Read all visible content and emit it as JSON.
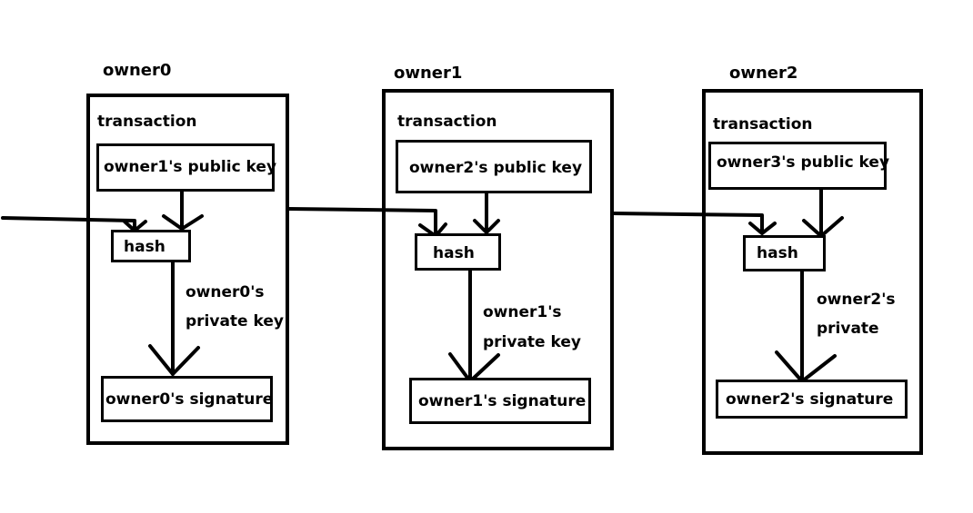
{
  "diagram": {
    "stroke_color": "#000000",
    "background": "#ffffff",
    "owners": [
      {
        "owner_label": "owner0",
        "transaction_label": "transaction",
        "public_key_box": "owner1's public key",
        "hash_box": "hash",
        "private_key_label_line1": "owner0's",
        "private_key_label_line2": "private key",
        "signature_box": "owner0's signature"
      },
      {
        "owner_label": "owner1",
        "transaction_label": "transaction",
        "public_key_box": "owner2's public key",
        "hash_box": "hash",
        "private_key_label_line1": "owner1's",
        "private_key_label_line2": "private key",
        "signature_box": "owner1's signature"
      },
      {
        "owner_label": "owner2",
        "transaction_label": "transaction",
        "public_key_box": "owner3's public key",
        "hash_box": "hash",
        "private_key_label_line1": "owner2's",
        "private_key_label_line2": "private",
        "signature_box": "owner2's signature"
      }
    ]
  }
}
